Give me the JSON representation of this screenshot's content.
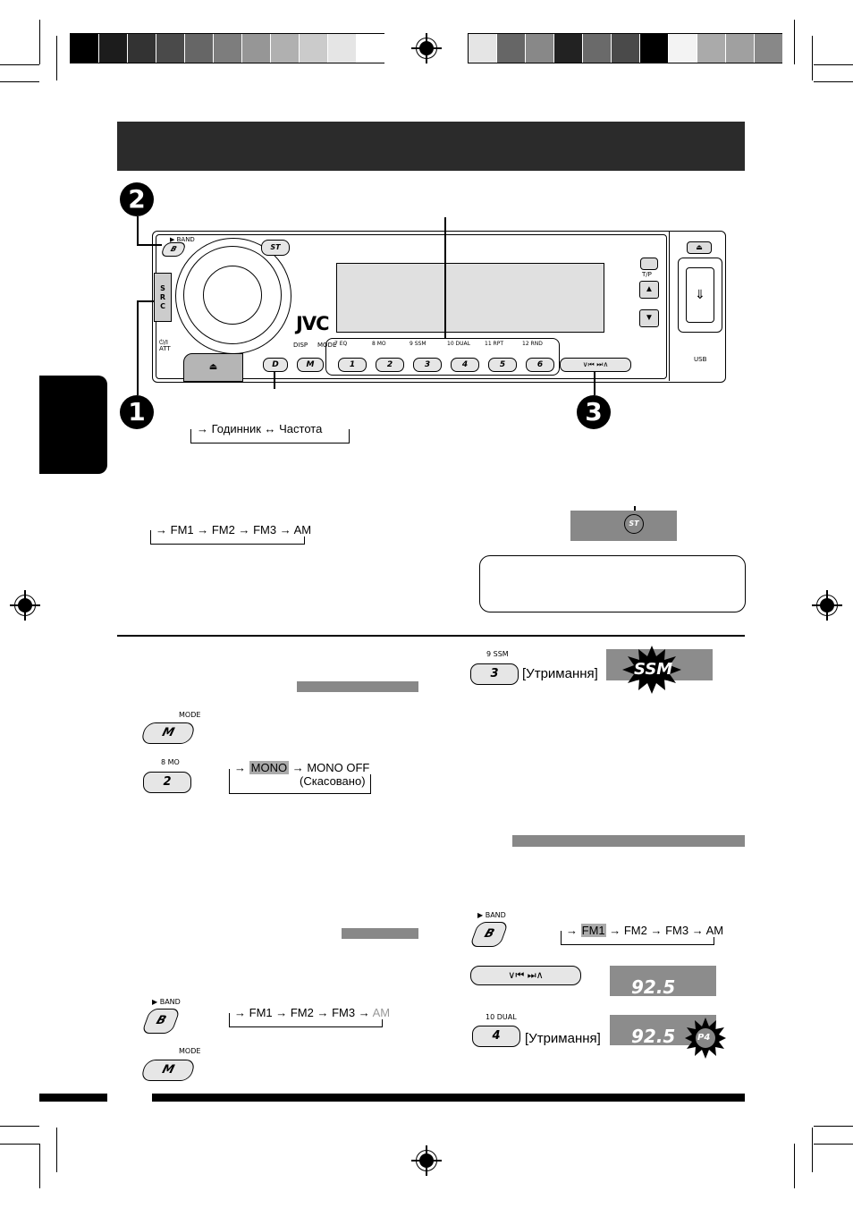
{
  "device": {
    "band_label": "BAND",
    "src_label": "S\nR\nC",
    "st_label": "ST",
    "brand": "JVC",
    "disp_label": "DISP",
    "mode_label": "MODE",
    "att_label": "⏻/I\nATT",
    "usb_label": "USB",
    "tp_label": "T/P",
    "presets": [
      {
        "top": "7  EQ",
        "key": "1"
      },
      {
        "top": "8  MO",
        "key": "2"
      },
      {
        "top": "9  SSM",
        "key": "3"
      },
      {
        "top": "10  DUAL",
        "key": "4"
      },
      {
        "top": "11  RPT",
        "key": "5"
      },
      {
        "top": "12  RND",
        "key": "6"
      }
    ],
    "d_key": "D",
    "m_key": "M",
    "b_key": "B"
  },
  "steps": {
    "one": "1",
    "two": "2",
    "three": "3"
  },
  "clock_cycle": {
    "a": "Годинник",
    "b": "Частота"
  },
  "band_cycle_top": {
    "fm1": "FM1",
    "fm2": "FM2",
    "fm3": "FM3",
    "am": "AM"
  },
  "st_indicator": "ST",
  "ssm_section": {
    "key_top": "9  SSM",
    "key": "3",
    "hold": "[Утримання]",
    "display": "SSM"
  },
  "mono_section": {
    "mode_label": "MODE",
    "mode_key": "M",
    "key_top": "8  MO",
    "key": "2",
    "mono": "MONO",
    "mono_off": "MONO OFF",
    "cancelled": "(Скасовано)"
  },
  "band_left": {
    "band_label": "BAND",
    "key": "B",
    "fm1": "FM1",
    "fm2": "FM2",
    "fm3": "FM3",
    "am": "AM",
    "mode_label": "MODE",
    "mode_key": "M"
  },
  "preset_section": {
    "band_label": "BAND",
    "key": "B",
    "fm1": "FM1",
    "fm2": "FM2",
    "fm3": "FM3",
    "am": "AM",
    "freq": "92.5",
    "freq2": "92.5",
    "key_top": "10  DUAL",
    "key4": "4",
    "hold": "[Утримання]",
    "preset": "P4"
  },
  "colors": {
    "header_bar": "#2b2b2b",
    "side_tab": "#000000",
    "grey_bar": "#888888",
    "lcd": "#8c8c8c"
  }
}
